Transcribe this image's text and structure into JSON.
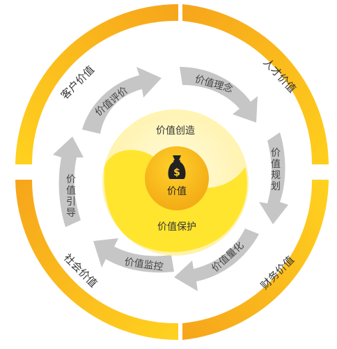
{
  "center": {
    "icon": "money-bag-icon",
    "label": "价值",
    "top_label": "价值创造",
    "bottom_label": "价值保护"
  },
  "outer_ring": [
    {
      "id": "customer",
      "label": "客户价值"
    },
    {
      "id": "talent",
      "label": "人才价值"
    },
    {
      "id": "finance",
      "label": "财务价值"
    },
    {
      "id": "society",
      "label": "社会价值"
    }
  ],
  "arrows": [
    {
      "id": "evaluate",
      "label": "价值评价"
    },
    {
      "id": "concept",
      "label": "价值理念"
    },
    {
      "id": "planning",
      "label": "价值规划"
    },
    {
      "id": "quantify",
      "label": "价值量化"
    },
    {
      "id": "monitor",
      "label": "价值监控"
    },
    {
      "id": "guide",
      "label": "价值引导"
    }
  ],
  "colors": {
    "ring_light": "#ffd21f",
    "ring_dark": "#f5a91a",
    "arrow": "#c7c7c7",
    "inner_light": "#fff4b8",
    "inner_yellow": "#ffe433",
    "core": "#f6b81a",
    "bag": "#222222"
  }
}
